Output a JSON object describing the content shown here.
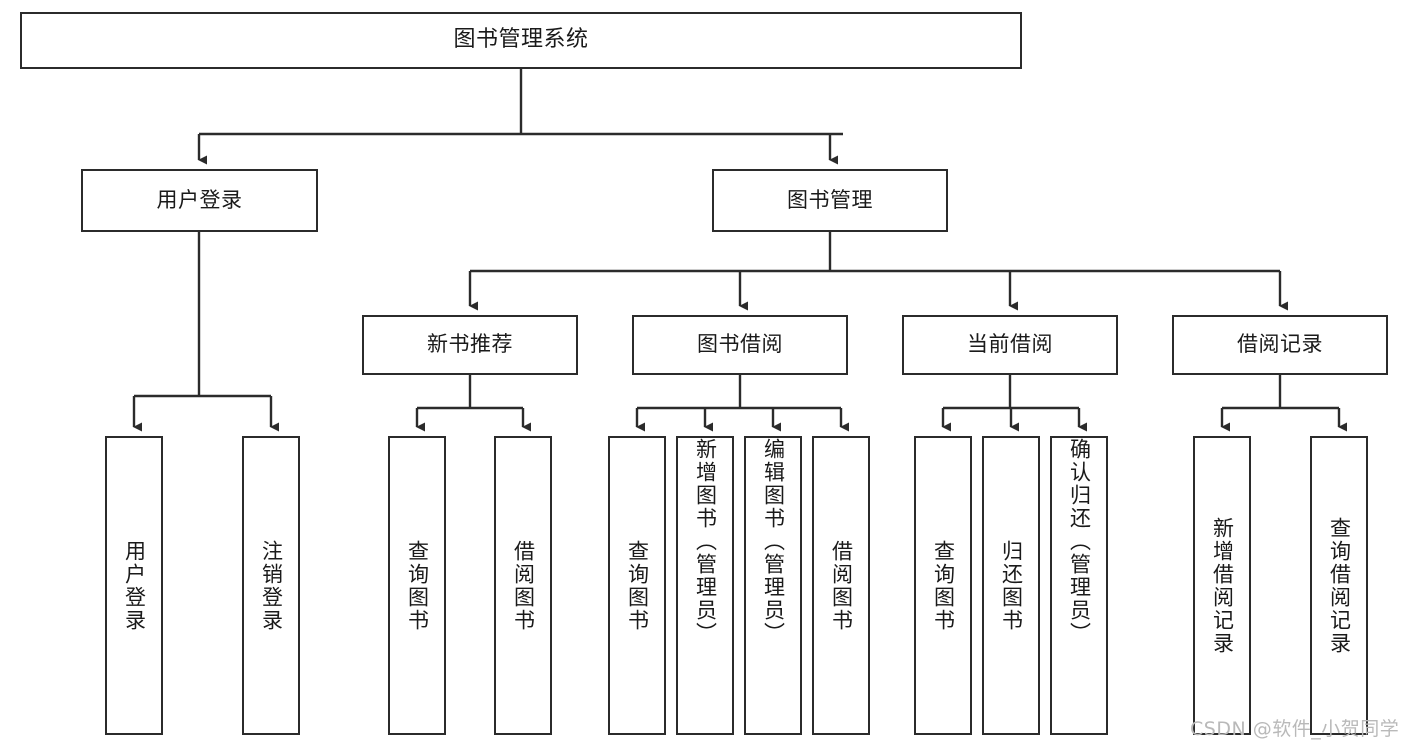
{
  "diagram": {
    "title": "图书管理系统",
    "type": "tree",
    "root": {
      "label": "图书管理系统"
    },
    "level2": [
      {
        "label": "用户登录"
      },
      {
        "label": "图书管理"
      }
    ],
    "level3": [
      {
        "label": "新书推荐"
      },
      {
        "label": "图书借阅"
      },
      {
        "label": "当前借阅"
      },
      {
        "label": "借阅记录"
      }
    ],
    "leaves": {
      "user_login": [
        {
          "label": "用户登录"
        },
        {
          "label": "注销登录"
        }
      ],
      "new_book_recommend": [
        {
          "label": "查询图书"
        },
        {
          "label": "借阅图书"
        }
      ],
      "book_borrow": [
        {
          "label": "查询图书"
        },
        {
          "label": "新增图书（管理员）"
        },
        {
          "label": "编辑图书（管理员）"
        },
        {
          "label": "借阅图书"
        }
      ],
      "current_borrow": [
        {
          "label": "查询图书"
        },
        {
          "label": "归还图书"
        },
        {
          "label": "确认归还（管理员）"
        }
      ],
      "borrow_records": [
        {
          "label": "新增借阅记录"
        },
        {
          "label": "查询借阅记录"
        }
      ]
    }
  },
  "watermark": {
    "text": "CSDN @软件_小贺同学"
  },
  "colors": {
    "border": "#2b2b2b",
    "background": "#ffffff",
    "text": "#1a1a1a",
    "watermark": "#b9b9b9"
  }
}
